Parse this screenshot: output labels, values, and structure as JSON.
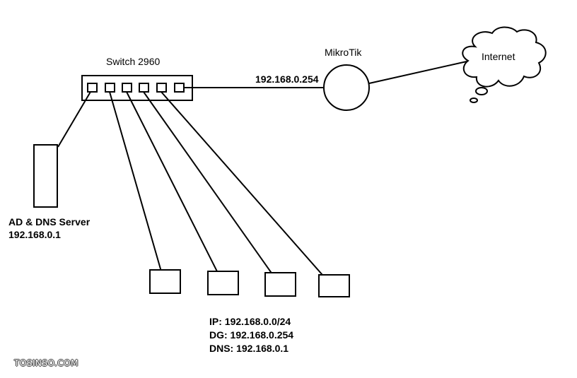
{
  "switch": {
    "label": "Switch 2960"
  },
  "router": {
    "label": "MikroTik",
    "ip": "192.168.0.254"
  },
  "internet": {
    "label": "Internet"
  },
  "server": {
    "name": "AD & DNS Server",
    "ip": "192.168.0.1"
  },
  "clients": {
    "ip": "IP: 192.168.0.0/24",
    "dg": "DG: 192.168.0.254",
    "dns": "DNS: 192.168.0.1"
  },
  "watermark": "TOSINSO.COM"
}
